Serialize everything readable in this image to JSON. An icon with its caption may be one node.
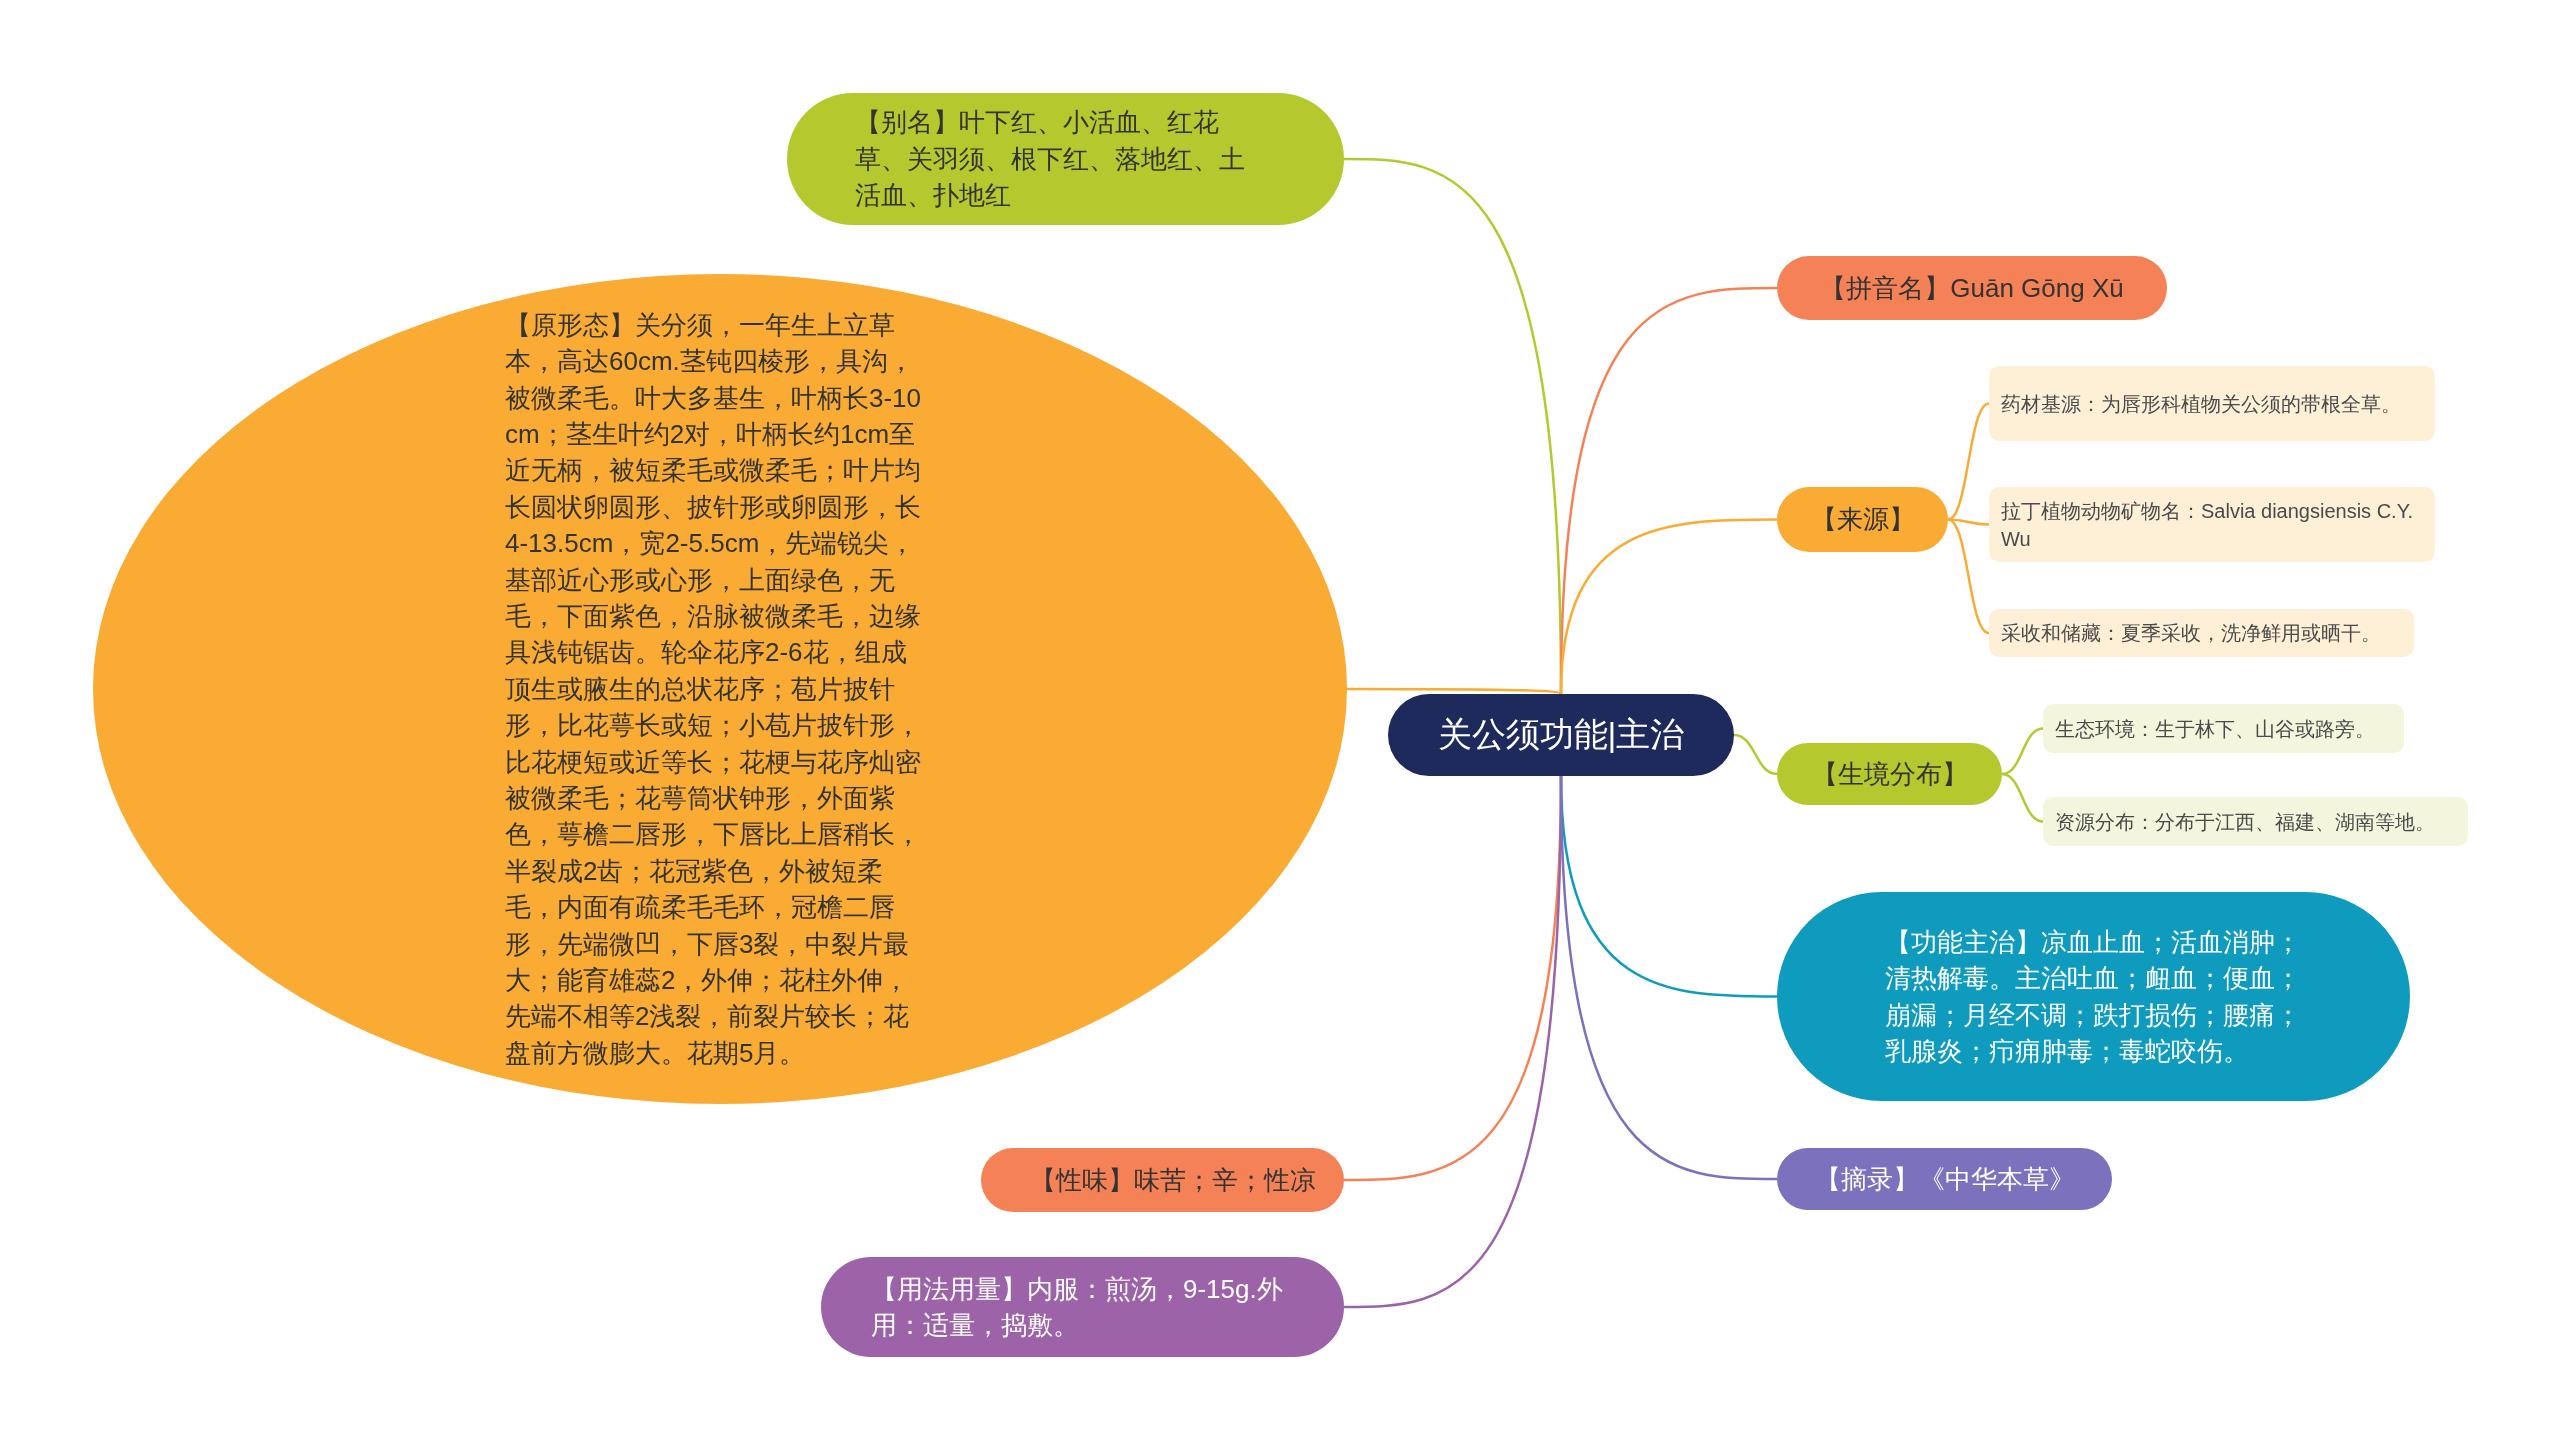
{
  "diagram": {
    "nodes": [
      {
        "text": [
          "关公须功能|主治"
        ]
      },
      {
        "text": [
          "【别名】叶下红、小活血、红花草、关羽须、根下红、落地红、土活血、扑地红"
        ]
      },
      {
        "text": [
          "【原形态】关分须，一年生上立草本，高达60cm.茎钝四棱形，具沟，被微柔毛。叶大多基生，叶柄长3-10cm；茎生叶约2对，叶柄长约1cm至近无柄，被短柔毛或微柔毛；叶片均长圆状卵圆形、披针形或卵圆形，长4-13.5cm，宽2-5.5cm，先端锐尖，基部近心形或心形，上面绿色，无毛，下面紫色，沿脉被微柔毛，边缘具浅钝锯齿。轮伞花序2-6花，组成顶生或腋生的总状花序；苞片披针形，比花萼长或短；小苞片披针形，比花梗短或近等长；花梗与花序灿密被微柔毛；花萼筒状钟形，外面紫色，萼檐二唇形，下唇比上唇稍长，半裂成2齿；花冠紫色，外被短柔毛，内面有疏柔毛毛环，冠檐二唇形，先端微凹，下唇3裂，中裂片最大；能育雄蕊2，外伸；花柱外伸，先端不相等2浅裂，前裂片较长；花盘前方微膨大。花期5月。"
        ]
      },
      {
        "text": [
          "【性味】味苦；辛；性凉"
        ]
      },
      {
        "text": [
          "【用法用量】内服：煎汤，9-15g.外用：适量，捣敷。"
        ]
      },
      {
        "text": [
          "【拼音名】Guān Gōng Xū"
        ]
      },
      {
        "text": [
          "【来源】"
        ]
      },
      {
        "text": [
          "药材基源：为唇形科植物关公须的带根全草。"
        ]
      },
      {
        "text": [
          "拉丁植物动物矿物名：Salvia diangsiensis C.Y.Wu"
        ]
      },
      {
        "text": [
          "采收和储藏：夏季采收，洗净鲜用或晒干。"
        ]
      },
      {
        "text": [
          "【生境分布】"
        ]
      },
      {
        "text": [
          "生态环境：生于林下、山谷或路旁。"
        ]
      },
      {
        "text": [
          "资源分布：分布于江西、福建、湖南等地。"
        ]
      },
      {
        "text": [
          "【功能主治】凉血止血；活血消肿；清热解毒。主治吐血；衄血；便血；崩漏；月经不调；跌打损伤；腰痛；乳腺炎；疖痈肿毒；毒蛇咬伤。"
        ]
      },
      {
        "text": [
          "【摘录】《中华本草》"
        ]
      }
    ],
    "edges": [
      {
        "from": 0,
        "to": 1,
        "arrow": "none",
        "color": "#b5c92e"
      },
      {
        "from": 0,
        "to": 2,
        "arrow": "none",
        "color": "#f9ab34"
      },
      {
        "from": 0,
        "to": 3,
        "arrow": "none",
        "color": "#f58257"
      },
      {
        "from": 0,
        "to": 4,
        "arrow": "none",
        "color": "#9c63a9"
      },
      {
        "from": 0,
        "to": 5,
        "arrow": "none",
        "color": "#f58257"
      },
      {
        "from": 0,
        "to": 6,
        "arrow": "none",
        "color": "#f9ab34"
      },
      {
        "from": 6,
        "to": 7,
        "arrow": "none",
        "color": "#f9ab34"
      },
      {
        "from": 6,
        "to": 8,
        "arrow": "none",
        "color": "#f9ab34"
      },
      {
        "from": 6,
        "to": 9,
        "arrow": "none",
        "color": "#f9ab34"
      },
      {
        "from": 0,
        "to": 10,
        "arrow": "none",
        "color": "#b5c92e"
      },
      {
        "from": 10,
        "to": 11,
        "arrow": "none",
        "color": "#b5c92e"
      },
      {
        "from": 10,
        "to": 12,
        "arrow": "none",
        "color": "#b5c92e"
      },
      {
        "from": 0,
        "to": 13,
        "arrow": "none",
        "color": "#0e9bbd"
      },
      {
        "from": 0,
        "to": 14,
        "arrow": "none",
        "color": "#7b71bd"
      }
    ]
  }
}
